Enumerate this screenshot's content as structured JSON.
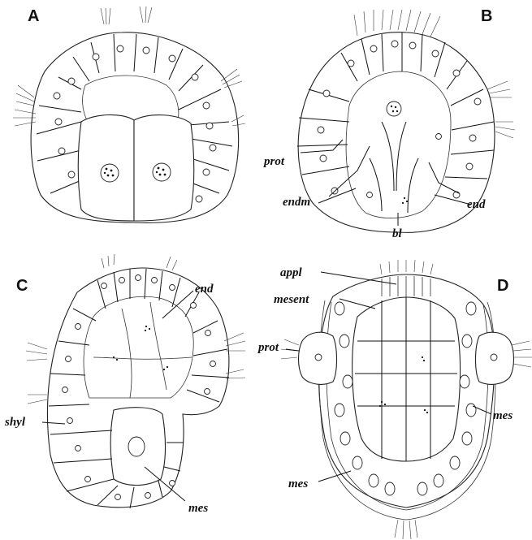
{
  "figure": {
    "panels": [
      {
        "id": "A",
        "label": "A"
      },
      {
        "id": "B",
        "label": "B"
      },
      {
        "id": "C",
        "label": "C"
      },
      {
        "id": "D",
        "label": "D"
      }
    ],
    "labels": {
      "B": {
        "prot": "prot",
        "endm": "endm",
        "end": "end",
        "bl": "bl"
      },
      "C": {
        "end": "end",
        "shyl": "shyl",
        "mes": "mes"
      },
      "D": {
        "appl": "appl",
        "mesent": "mesent",
        "prot": "prot",
        "mes_right": "mes",
        "mes_bottom": "mes"
      }
    }
  }
}
